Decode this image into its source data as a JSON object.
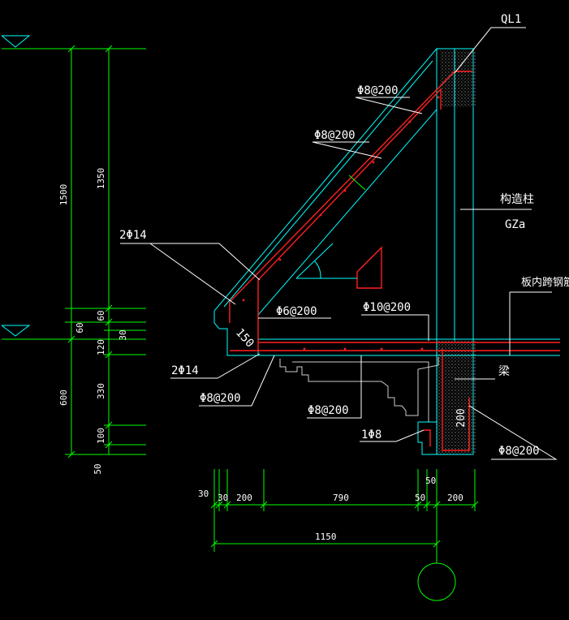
{
  "labels": {
    "ql1": "QL1",
    "rebar_top": "Φ8@200",
    "rebar_slope": "Φ8@200",
    "bars_2d14_top": "2Φ14",
    "stirrup_150": "150",
    "rebar_phi6": "Φ6@200",
    "rebar_phi10": "Φ10@200",
    "bars_2d14_bottom": "2Φ14",
    "rebar_bottom_left": "Φ8@200",
    "rebar_bottom_mid": "Φ8@200",
    "bar_1d8": "1Φ8",
    "rebar_right": "Φ8@200",
    "column_cn": "构造柱",
    "column_code": "GZa",
    "slab_rebar": "板内跨钢筋",
    "beam": "梁",
    "dim_200_vertical": "200"
  },
  "dims_left": {
    "d1500": "1500",
    "d1350": "1350",
    "d60a": "60",
    "d60b": "60",
    "d30": "30",
    "d120": "120",
    "d600": "600",
    "d330": "330",
    "d100": "100",
    "d50": "50"
  },
  "dims_bottom": {
    "d30a": "30",
    "d30b": "30",
    "d200a": "200",
    "d790": "790",
    "d50a": "50",
    "d200b": "200",
    "d50b": "50",
    "d1150": "1150"
  },
  "colors": {
    "outline": "#00ffff",
    "rebar": "#ff2020",
    "leader": "#ffffff",
    "dimension": "#00ff00",
    "hatch": "#cccccc"
  }
}
